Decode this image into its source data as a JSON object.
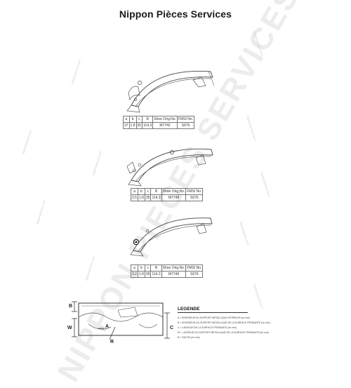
{
  "title": "Nippon Pièces Services",
  "watermark": "NIPPON PIECES SERVICES",
  "watermark_side": "nipponpieces.com",
  "spec_table_headers": [
    "a",
    "b",
    "c",
    "R",
    "Shoe Orig.No.",
    "FMSI No."
  ],
  "spec_tables": [
    {
      "a": "37",
      "b": "1.8",
      "c": "35",
      "R": "114.3",
      "shoe_orig": "M7742",
      "fmsi": "S676"
    },
    {
      "a": "3.5",
      "b": "1.8",
      "c": "35",
      "R": "114.3",
      "shoe_orig": "M7748",
      "fmsi": "S676"
    },
    {
      "a": "3.2",
      "b": "1.8",
      "c": "35",
      "R": "114.3",
      "shoe_orig": "M7749",
      "fmsi": "S676"
    }
  ],
  "legend": {
    "title": "LEGENDE",
    "items": [
      "A = EPAISSEUR DU SUPPORT METALLIQUE INTERIEUR (en mm)",
      "B = EPAISSEUR DU SUPPORT METALLIQUE DE LA SURFACE FREINANTE (en mm)",
      "C = LARGEUR DE LA SURFACE FREINANTE (en mm)",
      "W = LARGEUR DU SUPPORT METALLIQUE DE LA SURFACE FREINANTE (en mm)",
      "R = RAYON (en mm)"
    ]
  },
  "dimension_labels": {
    "B": "B",
    "W": "W",
    "C": "C",
    "A": "A",
    "R": "R"
  }
}
